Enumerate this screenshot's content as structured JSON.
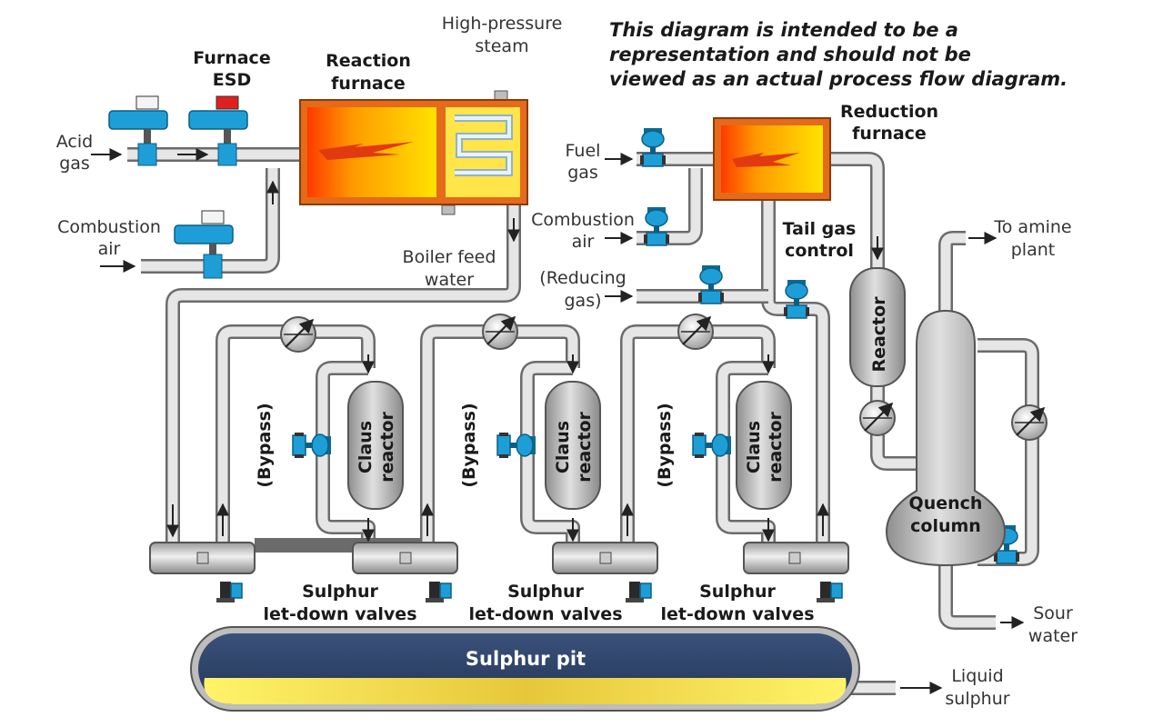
{
  "disclaimer": {
    "line1": "This diagram is intended to be a",
    "line2": "representation and should not be",
    "line3": "viewed as an actual process flow diagram."
  },
  "labels": {
    "acid_gas": [
      "Acid",
      "gas"
    ],
    "combustion_air_1": [
      "Combustion",
      "air"
    ],
    "furnace_esd": [
      "Furnace",
      "ESD"
    ],
    "reaction_furnace": [
      "Reaction",
      "furnace"
    ],
    "hp_steam": [
      "High-pressure",
      "steam"
    ],
    "boiler_feed_water": [
      "Boiler feed",
      "water"
    ],
    "fuel_gas": [
      "Fuel",
      "gas"
    ],
    "combustion_air_2": [
      "Combustion",
      "air"
    ],
    "reducing_gas": [
      "(Reducing",
      "gas)"
    ],
    "reduction_furnace": [
      "Reduction",
      "furnace"
    ],
    "tail_gas_control": [
      "Tail gas",
      "control"
    ],
    "to_amine_plant": [
      "To amine",
      "plant"
    ],
    "reactor": "Reactor",
    "quench_column": [
      "Quench",
      "column"
    ],
    "sour_water": [
      "Sour",
      "water"
    ],
    "liquid_sulphur": [
      "Liquid",
      "sulphur"
    ],
    "sulphur_pit": "Sulphur pit",
    "bypass": "(Bypass)",
    "claus_reactor": [
      "Claus",
      "reactor"
    ],
    "letdown": [
      "Sulphur",
      "let-down valves"
    ]
  },
  "colors": {
    "pipe_outline": "#6b6b6b",
    "pipe_fill": "#e6e6e6",
    "valve_blue": "#1e9ed6",
    "furnace_frame": "#e56a1a",
    "pit_dark": "#2c3f63",
    "pit_liquid": "#f1e25a",
    "esd_red": "#e02020"
  }
}
